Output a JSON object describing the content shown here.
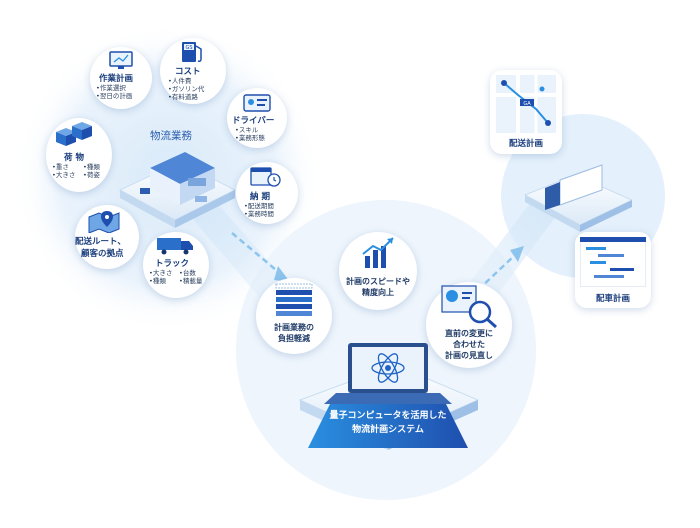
{
  "colors": {
    "primary": "#1f63c6",
    "accent": "#2a8fe0",
    "light": "#e7f1fb",
    "dark": "#16356b"
  },
  "left_cluster": {
    "label": "物流業務",
    "sakugyo": {
      "title": "作業計画",
      "items": [
        "作業選択",
        "翌日の計画"
      ]
    },
    "cost": {
      "title": "コスト",
      "items": [
        "人件費",
        "ガソリン代",
        "有料道路"
      ],
      "icon_text": "GS"
    },
    "driver": {
      "title": "ドライバー",
      "items": [
        "スキル",
        "業務形態"
      ]
    },
    "nimotsu": {
      "title": "荷 物",
      "items": [
        "重さ",
        "大きさ",
        "種類",
        "荷姿"
      ]
    },
    "nouki": {
      "title": "納 期",
      "items": [
        "配送期間",
        "業務時間"
      ]
    },
    "route": {
      "title_1": "配送ルート、",
      "title_2": "顧客の拠点"
    },
    "truck": {
      "title": "トラック",
      "items": [
        "大きさ",
        "種類",
        "台数",
        "積載量"
      ]
    }
  },
  "center": {
    "futan": [
      "計画業務の",
      "負担軽減"
    ],
    "speed": [
      "計画のスピードや",
      "精度向上"
    ],
    "minaoshi": [
      "直前の変更に",
      "合わせた",
      "計画の見直し"
    ],
    "system": [
      "量子コンピュータを活用した",
      "物流計画システム"
    ]
  },
  "right_cluster": {
    "haisou": "配送計画",
    "haisha": "配車計画",
    "map_badge": "GA"
  }
}
